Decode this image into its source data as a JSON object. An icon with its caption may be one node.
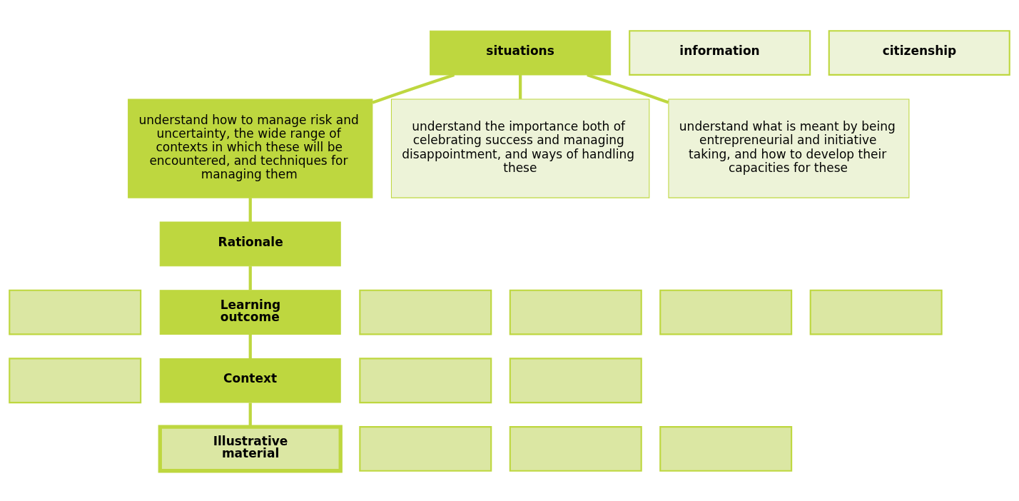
{
  "diagram": {
    "nodes": [
      {
        "text": [
          "situations"
        ]
      },
      {
        "text": [
          "information"
        ]
      },
      {
        "text": [
          "citizenship"
        ]
      },
      {
        "text": [
          "understand how to manage risk and uncertainty, the wide range of contexts in which these will be encountered, and techniques for managing them"
        ]
      },
      {
        "text": [
          "understand the importance both of celebrating success and managing disappointment, and ways of handling these"
        ]
      },
      {
        "text": [
          "understand what is meant by being entrepreneurial and initiative taking, and how to develop their capacities for these"
        ]
      },
      {
        "text": [
          "Rationale"
        ]
      },
      {
        "text": [],
        "shape": "box"
      },
      {
        "text": [
          "Learning outcome"
        ]
      },
      {
        "text": [],
        "shape": "box"
      },
      {
        "text": [],
        "shape": "box"
      },
      {
        "text": [],
        "shape": "box"
      },
      {
        "text": [],
        "shape": "box"
      },
      {
        "text": [],
        "shape": "box"
      },
      {
        "text": [
          "Context"
        ]
      },
      {
        "text": [],
        "shape": "box"
      },
      {
        "text": [],
        "shape": "box"
      },
      {
        "text": [
          "Illustrative material"
        ]
      },
      {
        "text": [],
        "shape": "box"
      },
      {
        "text": [],
        "shape": "box"
      },
      {
        "text": [],
        "shape": "box"
      }
    ],
    "edges": [
      {
        "from": 0,
        "to": 3,
        "arrow": "none"
      },
      {
        "from": 0,
        "to": 4,
        "arrow": "none"
      },
      {
        "from": 0,
        "to": 5,
        "arrow": "none"
      },
      {
        "from": 3,
        "to": 6,
        "arrow": "none"
      },
      {
        "from": 6,
        "to": 8,
        "arrow": "none"
      },
      {
        "from": 8,
        "to": 14,
        "arrow": "none"
      },
      {
        "from": 14,
        "to": 17,
        "arrow": "none"
      }
    ]
  }
}
